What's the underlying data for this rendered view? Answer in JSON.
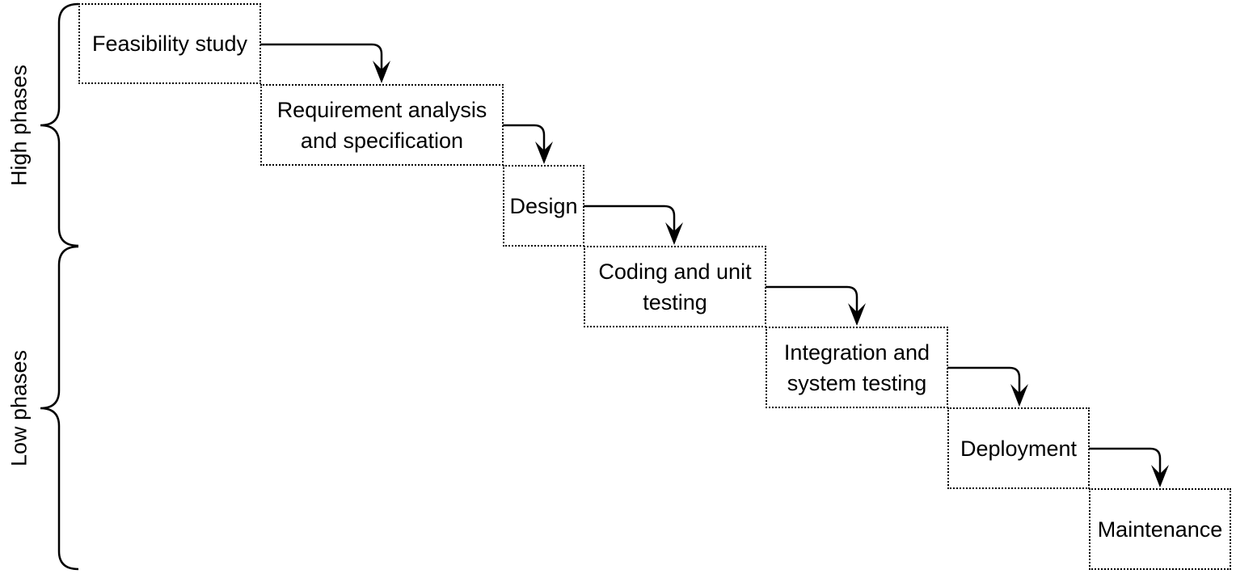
{
  "phases": [
    {
      "id": "feasibility",
      "label": "Feasibility study"
    },
    {
      "id": "requirements",
      "label": "Requirement analysis\nand specification"
    },
    {
      "id": "design",
      "label": "Design"
    },
    {
      "id": "coding",
      "label": "Coding and unit\ntesting"
    },
    {
      "id": "integration",
      "label": "Integration and\nsystem testing"
    },
    {
      "id": "deployment",
      "label": "Deployment"
    },
    {
      "id": "maintenance",
      "label": "Maintenance"
    }
  ],
  "groups": {
    "high": {
      "label": "High phases"
    },
    "low": {
      "label": "Low phases"
    }
  },
  "colors": {
    "stroke": "#000000",
    "background": "#ffffff"
  }
}
